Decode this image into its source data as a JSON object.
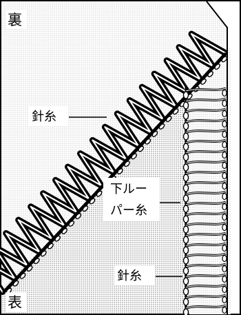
{
  "labels": {
    "back_side": "裏",
    "front_side": "表",
    "needle_thread_upper": "針糸",
    "lower_looper_line1": "下ルー",
    "lower_looper_line2": "パー糸",
    "needle_thread_lower": "針糸"
  },
  "colors": {
    "ink": "#000000",
    "paper": "#ffffff",
    "fabric_dot": "#9a9a9a"
  },
  "icons": {
    "fabric_texture": "dotted-fabric-pattern",
    "zigzag_stitch": "overlock-zigzag-stitch",
    "chain_stitch": "chain-stitch-loops"
  }
}
